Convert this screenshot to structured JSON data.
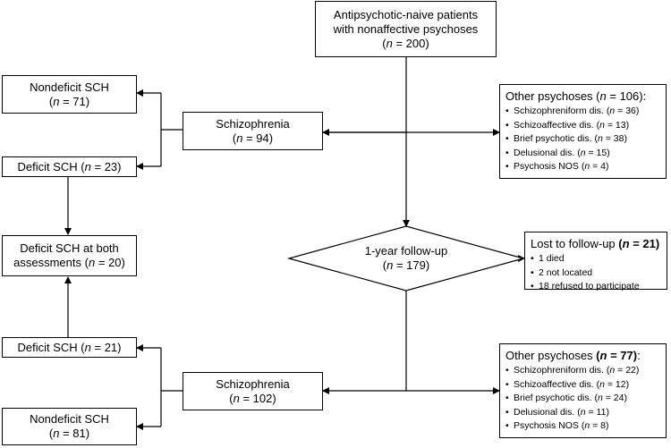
{
  "top": {
    "line1": "Antipsychotic-naive patients",
    "line2": "with nonaffective psychoses",
    "n": "200"
  },
  "baseline": {
    "schizophrenia": {
      "label": "Schizophrenia",
      "n": "94"
    },
    "nondeficit": {
      "label": "Nondeficit SCH",
      "n": "71"
    },
    "deficit": {
      "label": "Deficit SCH",
      "n": "23"
    },
    "other": {
      "title": "Other psychoses",
      "n": "106",
      "items": [
        {
          "label": "Schizophreniform dis.",
          "n": "36"
        },
        {
          "label": "Schizoaffective dis.",
          "n": "13"
        },
        {
          "label": "Brief psychotic dis.",
          "n": "38"
        },
        {
          "label": "Delusional dis.",
          "n": "15"
        },
        {
          "label": "Psychosis NOS",
          "n": "4"
        }
      ]
    }
  },
  "both": {
    "line1": "Deficit SCH at both",
    "line2": "assessments",
    "n": "20"
  },
  "followup": {
    "label": "1-year follow-up",
    "n": "179"
  },
  "lost": {
    "title": "Lost to follow-up",
    "n": "21",
    "items": [
      "1 died",
      "2 not located",
      "18 refused to participate"
    ]
  },
  "followup_results": {
    "schizophrenia": {
      "label": "Schizophrenia",
      "n": "102"
    },
    "deficit": {
      "label": "Deficit SCH",
      "n": "21"
    },
    "nondeficit": {
      "label": "Nondeficit SCH",
      "n": "81"
    },
    "other": {
      "title": "Other psychoses",
      "n": "77",
      "items": [
        {
          "label": "Schizophreniform dis.",
          "n": "22"
        },
        {
          "label": "Schizoaffective dis.",
          "n": "12"
        },
        {
          "label": "Brief psychotic dis.",
          "n": "24"
        },
        {
          "label": "Delusional dis.",
          "n": "11"
        },
        {
          "label": "Psychosis NOS",
          "n": "8"
        }
      ]
    }
  }
}
